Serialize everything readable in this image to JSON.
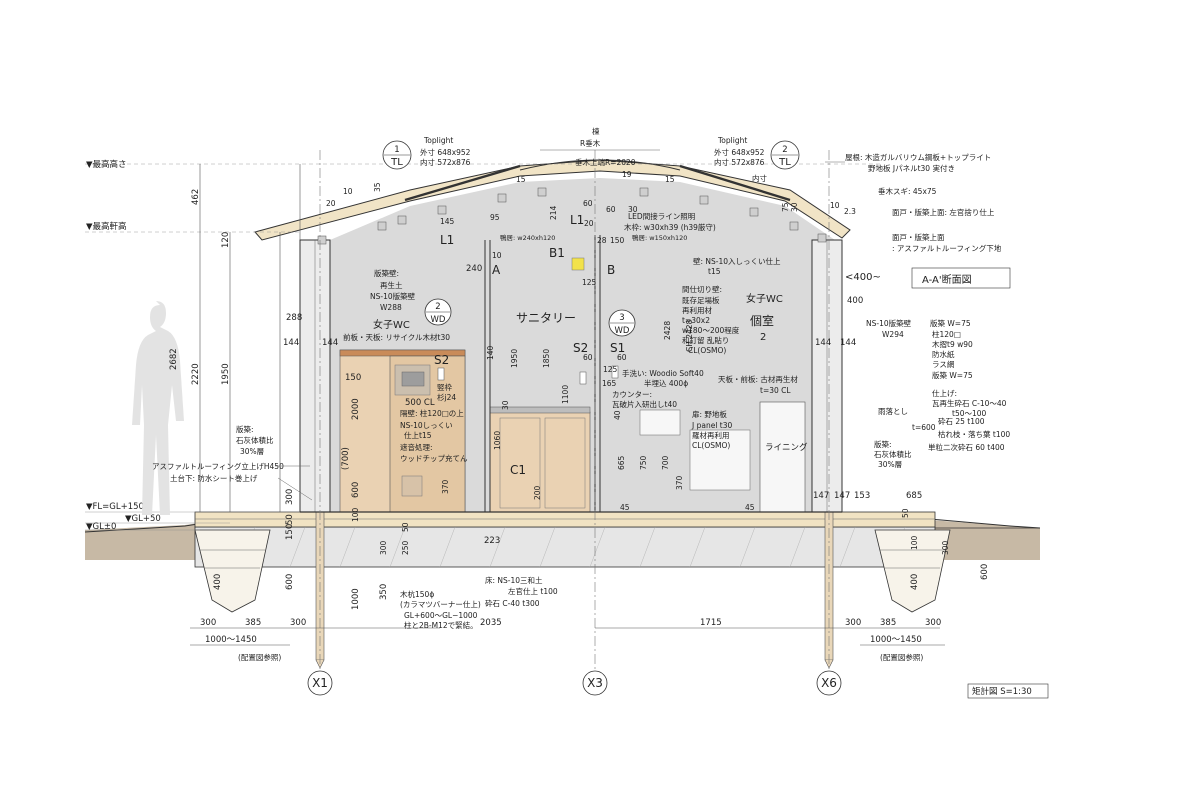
{
  "drawing": {
    "title": "A-A'断面図",
    "scale_label": "矩計図  S=1:30"
  },
  "levels": {
    "max_height": "▼最高高さ",
    "max_eave": "▼最高軒高",
    "fl": "▼FL=GL+150",
    "gl50": "▼GL+50",
    "gl0": "▼GL±0"
  },
  "grid_axes": {
    "x1": "X1",
    "x3": "X3",
    "x6": "X6"
  },
  "toplight_left": {
    "mark_no": "1",
    "mark_code": "TL",
    "name": "Toplight",
    "outer": "外寸 648x952",
    "inner": "内寸 572x876"
  },
  "toplight_right": {
    "mark_no": "2",
    "mark_code": "TL",
    "name": "Toplight",
    "outer": "外寸 648x952",
    "inner": "内寸 572x876"
  },
  "ridge": {
    "ridge_label": "棟",
    "rafter": "R垂木",
    "rafter_top": "垂木上端R=2020",
    "inner_label": "内寸"
  },
  "door_left": {
    "mark_no": "2",
    "mark_code": "WD"
  },
  "door_right": {
    "mark_no": "3",
    "mark_code": "WD"
  },
  "rooms": {
    "womens_wc_left": "女子WC",
    "sanitary": "サニタリー",
    "womens_wc_right": "女子WC",
    "private_room_1": "個室",
    "private_room_2": "2",
    "lining": "ライニング"
  },
  "equipment_tags": {
    "l1_left": "L1",
    "l1_center": "L1",
    "b1": "B1",
    "s2_left": "S2",
    "s2_center": "S2",
    "s1": "S1",
    "c1": "C1",
    "a": "A",
    "b": "B"
  },
  "notes_left": {
    "wall_1": "版築壁:",
    "wall_2": "再生土",
    "wall_3": "NS-10版築壁",
    "wall_4": "W288",
    "front_board": "前板・天板: リサイクル木材t30",
    "stud_1": "竪枠",
    "stud_2": "杉j24",
    "cl500": "500  CL",
    "partition": "隔壁: 柱120□の上",
    "finish_1": "NS-10しっくい",
    "finish_2": "仕上t15",
    "sound_1": "遮音処理:",
    "sound_2": "ウッドチップ充てん",
    "rammed_1": "版築:",
    "rammed_2": "石灰体積比",
    "rammed_3": "30%層",
    "asphalt_up": "アスファルトルーフィング立上げH450",
    "base_sheet": "土台下: 防水シート巻上げ"
  },
  "notes_center": {
    "led": "LED間接ライン照明",
    "wood_frame": "木枠: w30xh39 (h39厳守)",
    "beam": "鴨居: w240xh120",
    "beam2": "鴨居: w150xh120",
    "wall_1": "壁: NS-10入しっくい仕上",
    "wall_2": "t15",
    "part_1": "間仕切り壁:",
    "part_2": "既存足場板",
    "part_3": "再利用材",
    "part_4": "t=30x2",
    "part_5": "w180〜200程度",
    "part_6": "和釘留  乱貼り",
    "part_7": "CL(OSMO)",
    "ch": "CH 2428",
    "basin": "手洗い: Woodio Soft40",
    "basin_2": "半埋込  400ϕ",
    "counter_1": "カウンター:",
    "counter_2": "瓦破片入研出しt40",
    "top_1": "天板・前板: 古材再生材",
    "top_2": "t=30  CL",
    "door_1": "扉: 野地板",
    "door_2": "J panel  t30",
    "door_3": "羅材再利用",
    "door_4": "CL(OSMO)"
  },
  "notes_right": {
    "roof_1": "屋根:  木造ガルバリウム鋼板+トップライト",
    "roof_2": "野地板  Jパネルt30  実付き",
    "rafter": "垂木スギ: 45x75",
    "sash_1": "面戸・版築上面: 左官捨り仕上",
    "sash_2": "面戸・版築上面",
    "sash_3": ": アスファルトルーフィング下地",
    "range": "<400~",
    "ns_wall_1": "NS-10版築壁",
    "ns_wall_2": "W294",
    "rw_1": "版築  W=75",
    "rw_2": "柱120□",
    "rw_3": "木摺t9  w90",
    "rw_4": "防水紙",
    "rw_5": "ラス網",
    "rw_6": "版築  W=75",
    "fin_1": "仕上げ:",
    "fin_2": "瓦再生砕石  C-10〜40",
    "fin_3": "t50〜100",
    "gutter": "雨落とし",
    "gutter_t": "t=600",
    "g_1": "砕石  25  t100",
    "g_2": "枯れ枝・落ち葉  t100",
    "g_3": "単粒二次砕石  60  t400",
    "rammed_1": "版築:",
    "rammed_2": "石灰体積比",
    "rammed_3": "30%層"
  },
  "notes_bottom": {
    "pile_1": "木杭150ϕ",
    "pile_2": "(カラマツバーナー仕上)",
    "pile_3": "GL+600〜GL−1000",
    "pile_4": "柱と2B-M12で緊結。",
    "floor_1": "床: NS-10三和土",
    "floor_2": "左官仕上  t100",
    "floor_3": "砕石  C-40  t300",
    "ref_left": "(配置図参照)",
    "ref_right": "(配置図参照)"
  },
  "dimensions": {
    "d462": "462",
    "d120": "120",
    "d2682": "2682",
    "d2220": "2220",
    "d1950": "1950",
    "d288": "288",
    "d144a": "144",
    "d144b": "144",
    "d150": "150",
    "d2000": "2000",
    "d700": "(700)",
    "d600": "600",
    "d300": "300",
    "d50": "50",
    "d150b": "150",
    "d10": "10",
    "d35": "35",
    "d20": "20",
    "d145": "145",
    "d95": "95",
    "d214": "214",
    "d60a": "60",
    "d60b": "60",
    "d30a": "30",
    "d20b": "20",
    "d28": "28",
    "d150c": "150",
    "d19": "19",
    "d10b": "10",
    "d240": "240",
    "d125": "125",
    "d140": "140",
    "d1950b": "1950",
    "d1850": "1850",
    "d60c": "60",
    "d60d": "60",
    "d125b": "125",
    "d165": "165",
    "d1100": "1100",
    "d40": "40",
    "d30b": "30",
    "d1060": "1060",
    "d200": "200",
    "d370": "370",
    "d665": "665",
    "d750": "750",
    "d700b": "700",
    "d370b": "370",
    "d45a": "45",
    "d45b": "45",
    "d100": "100",
    "d223": "223",
    "d50b": "50",
    "d250": "250",
    "d300b": "300",
    "d1000": "1000",
    "d350": "350",
    "d400": "400",
    "d600b": "600",
    "d300c": "300",
    "d385": "385",
    "d300d": "300",
    "d1000_1450": "1000〜1450",
    "d2035": "2035",
    "d1715": "1715",
    "d300e": "300",
    "d385b": "385",
    "d300f": "300",
    "d1000_1450b": "1000〜1450",
    "d147a": "147",
    "d147b": "147",
    "d153": "153",
    "d685": "685",
    "d144c": "144",
    "d144d": "144",
    "d400b": "400",
    "d400c": "400",
    "d600c": "600",
    "d50c": "50",
    "d100b": "100",
    "d300g": "300",
    "d2428": "2428",
    "d75": "75",
    "d30c": "30",
    "d10c": "10",
    "d23": "2.3",
    "d15a": "15",
    "d15b": "15"
  },
  "colors": {
    "interior_fill": "#d9d9d9",
    "wood_fill": "#e8cfb0",
    "ground_fill": "#c8bba8",
    "roof_fill": "#f0e3c8",
    "yellow_light": "#f2e24a"
  }
}
